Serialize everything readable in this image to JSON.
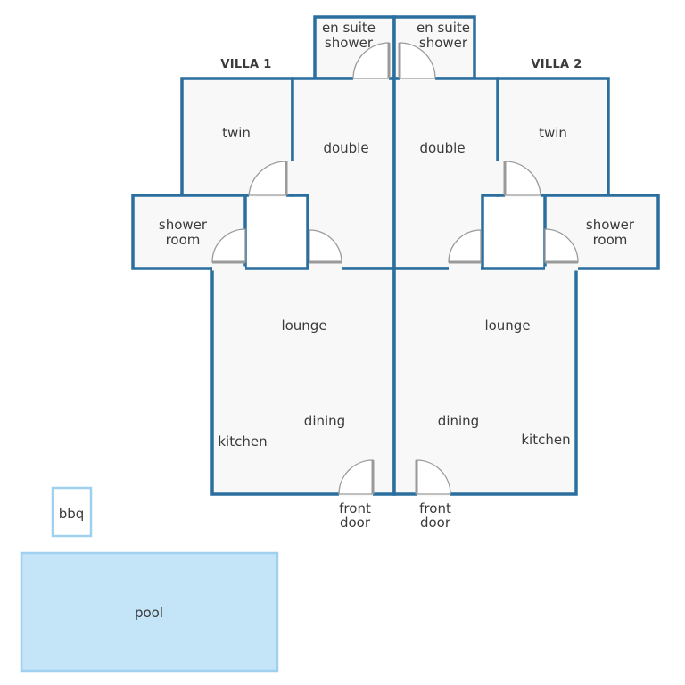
{
  "villas": [
    {
      "title": "VILLA 1",
      "rooms": {
        "en_suite": [
          "en suite",
          "shower"
        ],
        "twin": "twin",
        "double": "double",
        "shower_room": [
          "shower",
          "room"
        ],
        "lounge": "lounge",
        "dining": "dining",
        "kitchen": "kitchen",
        "front_door": [
          "front",
          "door"
        ]
      }
    },
    {
      "title": "VILLA 2",
      "rooms": {
        "en_suite": [
          "en suite",
          "shower"
        ],
        "twin": "twin",
        "double": "double",
        "shower_room": [
          "shower",
          "room"
        ],
        "lounge": "lounge",
        "dining": "dining",
        "kitchen": "kitchen",
        "front_door": [
          "front",
          "door"
        ]
      }
    }
  ],
  "outdoor": {
    "bbq": "bbq",
    "pool": "pool"
  },
  "colors": {
    "wall": "#2b6f9f",
    "floor": "#f8f8f8",
    "door": "#9a9a9a",
    "pool_fill": "#c4e4f8",
    "pool_border": "#9fd0ee"
  }
}
